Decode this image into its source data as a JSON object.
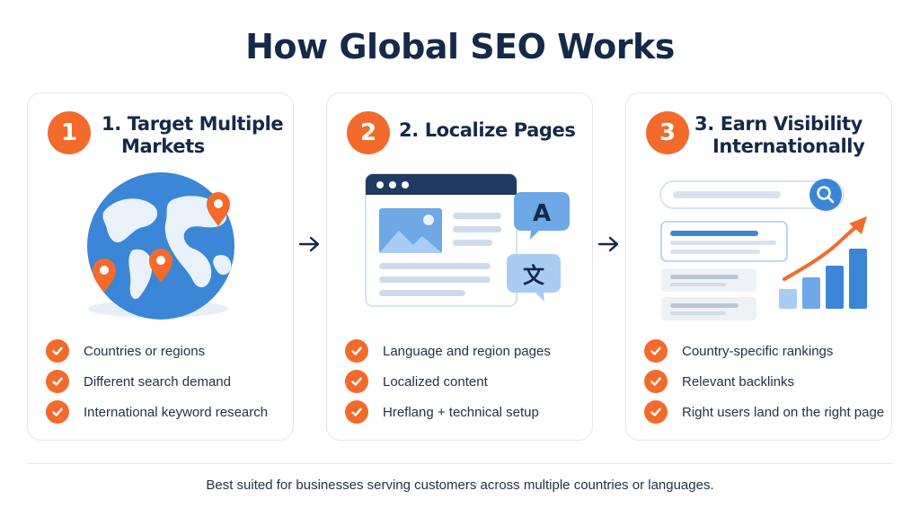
{
  "title": "How Global SEO Works",
  "colors": {
    "accent": "#f26b2c",
    "navy": "#15294a",
    "blue": "#3b86d6",
    "light_blue": "#a9cdf2"
  },
  "steps": [
    {
      "number": "1",
      "title_line1": "1. Target Multiple",
      "title_line2": "Markets",
      "illustration": "globe-with-location-pins",
      "items": [
        "Countries or regions",
        "Different search demand",
        "International keyword research"
      ]
    },
    {
      "number": "2",
      "title_line1": "2. Localize Pages",
      "title_line2": "",
      "illustration": "browser-window-with-translation-bubbles",
      "bubble_latin": "A",
      "bubble_cjk": "文",
      "items": [
        "Language and region pages",
        "Localized content",
        "Hreflang + technical setup"
      ]
    },
    {
      "number": "3",
      "title_line1": "3. Earn Visibility",
      "title_line2": "Internationally",
      "illustration": "search-results-with-rising-bar-chart",
      "items": [
        "Country-specific rankings",
        "Relevant backlinks",
        "Right users land on the right page"
      ]
    }
  ],
  "footer": "Best suited for businesses serving customers across multiple countries or languages."
}
